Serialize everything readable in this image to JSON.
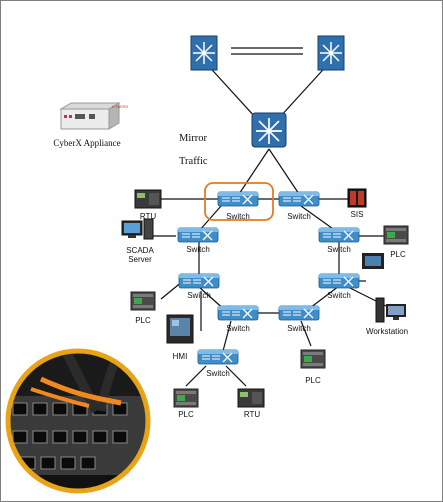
{
  "appliance": {
    "label": "CyberX Appliance",
    "brand_text": "CYBERX"
  },
  "mirror_traffic": {
    "line1": "Mirror",
    "line2": "Traffic"
  },
  "switches": {
    "top_left": "Switch",
    "top_right": "Switch",
    "left_1": "Switch",
    "left_2": "Switch",
    "bottom_mid_left": "Switch",
    "right_1": "Switch",
    "right_2": "Switch",
    "bottom_mid_right": "Switch",
    "bottom": "Switch"
  },
  "devices": {
    "rtu_top": "RTU",
    "sis": "SIS",
    "scada_line1": "SCADA",
    "scada_line2": "Server",
    "plc_right_top": "PLC",
    "plc_left": "PLC",
    "workstation": "Workstation",
    "hmi": "HMI",
    "plc_bottom_right": "PLC",
    "plc_bottom": "PLC",
    "rtu_bottom": "RTU"
  },
  "colors": {
    "core_switch": "#2f6fad",
    "access_switch": "#3d8ec9",
    "highlight_border": "#e07b28",
    "link": "#111111",
    "photo_ring": "#e8a317"
  }
}
